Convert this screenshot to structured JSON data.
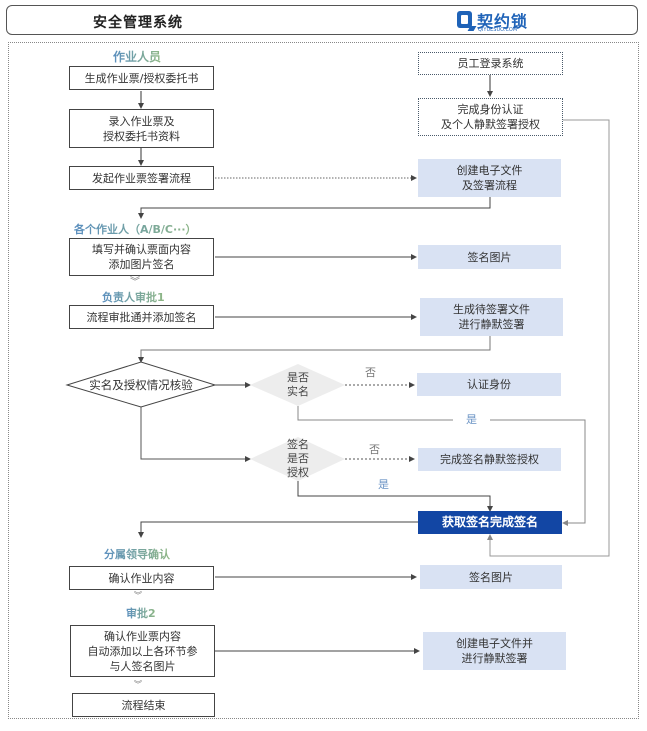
{
  "header": {
    "title": "安全管理系统",
    "logo": {
      "name": "契约锁",
      "subtitle": "QIYUESUO.COM",
      "brand_color": "#1f63b8"
    }
  },
  "colors": {
    "light_box": "#d9e2f3",
    "dark_box": "#1246a4",
    "yes_label": "#6a93c4",
    "no_label": "#777777",
    "decision_fill": "#ededed"
  },
  "lanes": {
    "operators": "作业人员",
    "each_operator": "各个作业人（A/B/C···）",
    "approval1": "负责人审批1",
    "leader": "分属领导确认",
    "approval2": "审批2"
  },
  "left_steps": [
    {
      "id": "s1",
      "text": "生成作业票/授权委托书"
    },
    {
      "id": "s2",
      "lines": [
        "录入作业票及",
        "授权委托书资料"
      ]
    },
    {
      "id": "s3",
      "text": "发起作业票签署流程"
    },
    {
      "id": "s4",
      "lines": [
        "填写并确认票面内容",
        "添加图片签名"
      ]
    },
    {
      "id": "s5",
      "text": "流程审批通并添加签名"
    },
    {
      "id": "s6",
      "text": "确认作业内容"
    },
    {
      "id": "s7",
      "lines": [
        "确认作业票内容",
        "自动添加以上各环节参",
        "与人签名图片"
      ]
    },
    {
      "id": "s8",
      "text": "流程结束"
    }
  ],
  "right_steps": [
    {
      "id": "r1",
      "text": "员工登录系统"
    },
    {
      "id": "r2",
      "lines": [
        "完成身份认证",
        "及个人静默签署授权"
      ]
    },
    {
      "id": "r3",
      "lines": [
        "创建电子文件",
        "及签署流程"
      ]
    },
    {
      "id": "r4",
      "text": "签名图片"
    },
    {
      "id": "r5",
      "lines": [
        "生成待签署文件",
        "进行静默签署"
      ]
    },
    {
      "id": "r6",
      "text": "认证身份"
    },
    {
      "id": "r7",
      "text": "完成签名静默签授权"
    },
    {
      "id": "r8",
      "text": "获取签名完成签名"
    },
    {
      "id": "r9",
      "text": "签名图片"
    },
    {
      "id": "r10",
      "lines": [
        "创建电子文件并",
        "进行静默签署"
      ]
    }
  ],
  "decisions": {
    "main": "实名及授权情况核验",
    "realname": [
      "是否",
      "实名"
    ],
    "authorized": [
      "签名",
      "是否",
      "授权"
    ]
  },
  "branch_labels": {
    "no": "否",
    "yes": "是"
  }
}
